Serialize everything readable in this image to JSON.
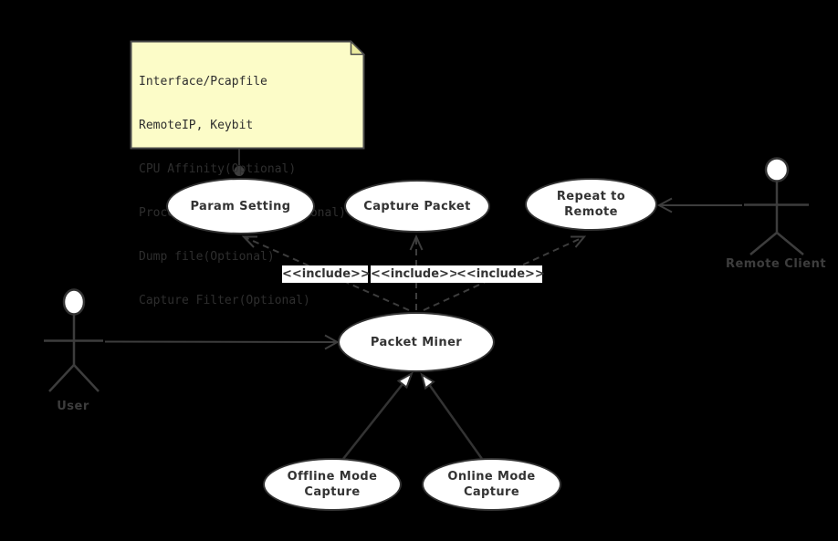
{
  "diagram": {
    "type": "uml-use-case",
    "note": {
      "lines": [
        "Interface/Pcapfile",
        "RemoteIP, Keybit",
        "CPU Affinity(Optional)",
        "Process/IO Priority(Optional)",
        "Dump file(Optional)",
        "Capture Filter(Optional)"
      ]
    },
    "use_cases": [
      {
        "id": "param-setting",
        "label": "Param Setting"
      },
      {
        "id": "capture-packet",
        "label": "Capture Packet"
      },
      {
        "id": "repeat-to-remote",
        "label": "Repeat to\nRemote"
      },
      {
        "id": "packet-miner",
        "label": "Packet Miner"
      },
      {
        "id": "offline-mode-capture",
        "label": "Offline Mode\nCapture"
      },
      {
        "id": "online-mode-capture",
        "label": "Online Mode\nCapture"
      }
    ],
    "actors": [
      {
        "id": "user",
        "label": "User"
      },
      {
        "id": "remote-client",
        "label": "Remote Client"
      }
    ],
    "stereotypes": {
      "include1": "<<include>>",
      "include2": "<<include>>",
      "include3": "<<include>>"
    },
    "colors": {
      "background": "#000000",
      "note_fill": "#fcfcc8",
      "note_border": "#4a4a4a",
      "shape_fill": "#ffffff",
      "shape_border": "#333333",
      "line": "#3d3d3d",
      "text": "#333333"
    }
  }
}
